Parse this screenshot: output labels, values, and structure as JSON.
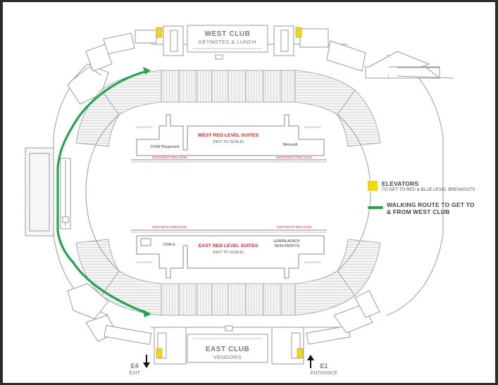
{
  "clubs": {
    "west": {
      "title": "WEST CLUB",
      "subtitle": "KEYNOTES & LUNCH"
    },
    "east": {
      "title": "EAST CLUB",
      "subtitle": "VENDORS"
    }
  },
  "suites": {
    "west": {
      "title": "WEST RED LEVEL SUITES",
      "note": "(NOT TO SCALE)",
      "left_room": "STEM Playground",
      "right_room": "Microsoft",
      "elev_left": "ELEVATORS",
      "elev_right": "ELEVATORS",
      "edge_left": "SOUTHWEST RED LEVEL",
      "edge_right": "NORTHWEST RED LEVEL"
    },
    "east": {
      "title": "EAST RED LEVEL SUITES",
      "note": "(NOT TO SCALE)",
      "left_room": "CDW-G",
      "right_room_line1": "LEARNLAUNCH",
      "right_room_line2": "/NON-PROFITS",
      "elev_left": "ELEVATORS",
      "elev_right": "ELEVATORS",
      "edge_left": "SOUTHEAST RED LEVEL",
      "edge_right": "NORTHEAST RED LEVEL"
    }
  },
  "gates": {
    "e4": {
      "code": "E4",
      "label": "EXIT"
    },
    "e1": {
      "code": "E1",
      "label": "ENTRANCE"
    }
  },
  "legend": {
    "elevators": {
      "title": "ELEVATORS",
      "subtitle": "TO GET TO RED & BLUE LEVEL BREAKOUTS",
      "color": "#f5d800"
    },
    "route": {
      "title_line1": "WALKING ROUTE TO GET TO",
      "title_line2": "& FROM WEST CLUB",
      "color": "#1ea84a"
    }
  },
  "colors": {
    "suite_title": "#e31b23",
    "edge_label": "#e31b23",
    "outline": "#9a9a9a",
    "label_gray": "#8a8a8a",
    "stand_fill": "#f2f2f2"
  }
}
